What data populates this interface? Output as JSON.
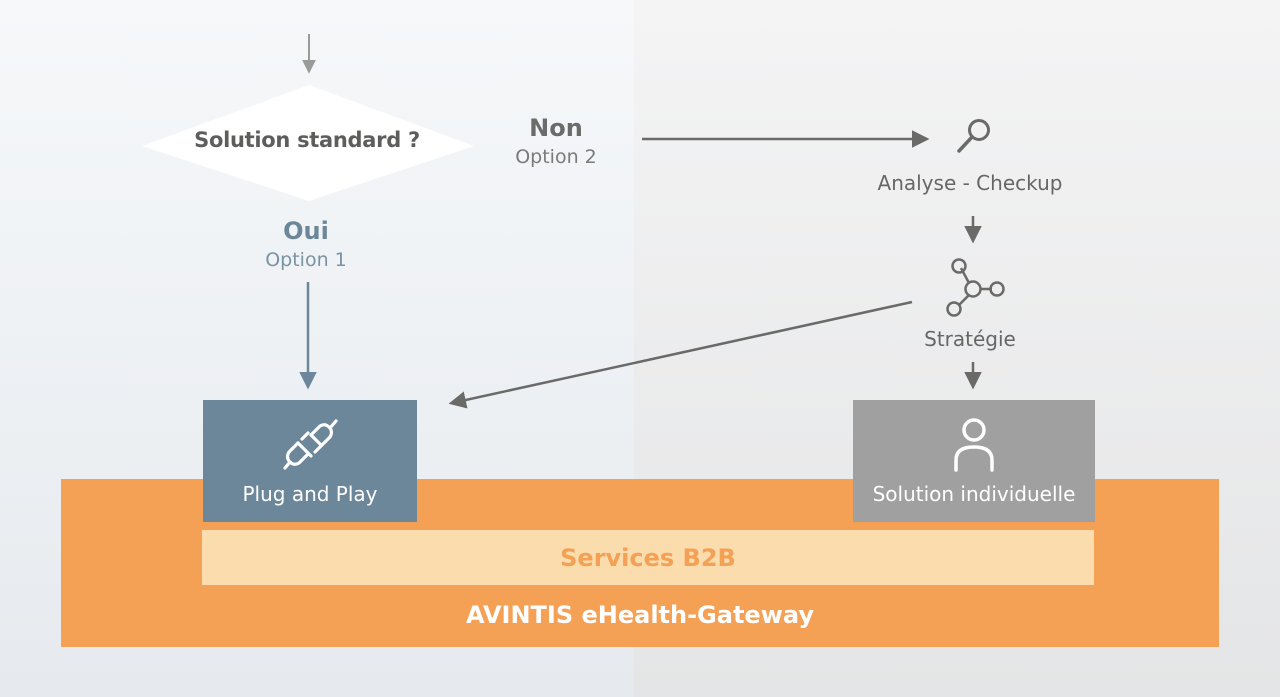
{
  "decision": {
    "question": "Solution standard ?"
  },
  "branch_no": {
    "label": "Non",
    "option": "Option 2"
  },
  "branch_yes": {
    "label": "Oui",
    "option": "Option 1"
  },
  "steps": {
    "analyse": "Analyse - Checkup",
    "strategie": "Stratégie"
  },
  "boxes": {
    "plug_and_play": "Plug and Play",
    "individual": "Solution individuelle"
  },
  "layers": {
    "services": "Services B2B",
    "gateway": "AVINTIS eHealth-Gateway"
  },
  "colors": {
    "orange": "#f4a055",
    "light_orange": "#fbdcad",
    "blue_gray": "#6b8799",
    "gray": "#a0a0a0",
    "dark_text": "#5d5d5c"
  },
  "icons": {
    "decision": "search-icon",
    "analyse": "magnifier-icon",
    "strategie": "network-nodes-icon",
    "plug_and_play": "plug-icon",
    "individual": "person-icon"
  }
}
